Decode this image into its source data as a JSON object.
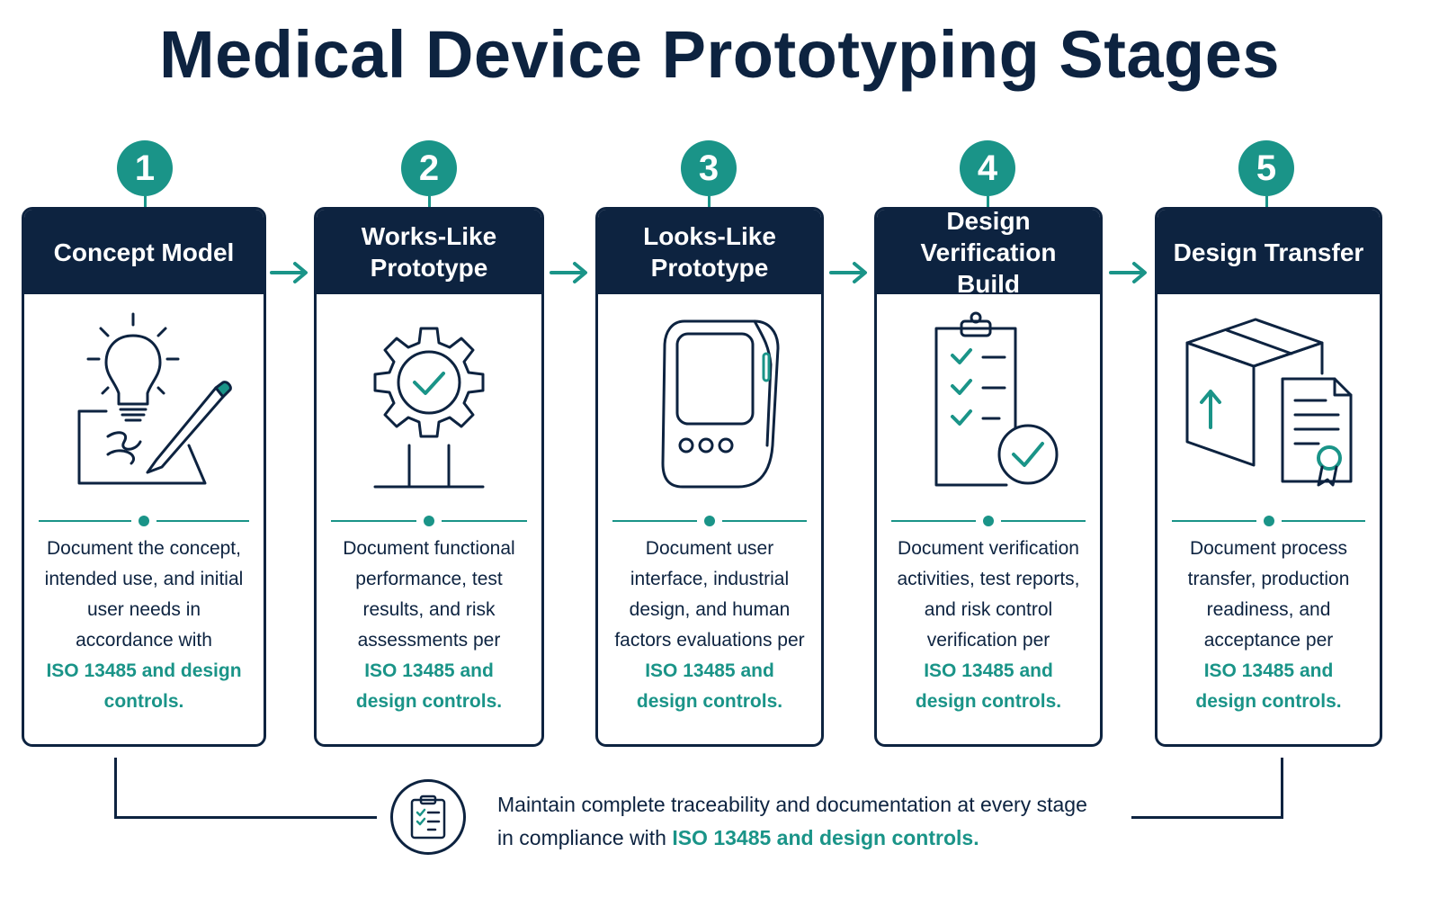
{
  "title": "Medical Device Prototyping Stages",
  "colors": {
    "navy": "#0d2340",
    "teal": "#1a9488"
  },
  "stages": [
    {
      "number": "1",
      "title": "Concept Model",
      "icon": "lightbulb-sketch-icon",
      "description": "Document the concept, intended use, and initial user needs in accordance with",
      "highlight": "ISO 13485 and design controls."
    },
    {
      "number": "2",
      "title": "Works-Like\nPrototype",
      "icon": "gear-check-icon",
      "description": "Document functional performance, test results, and risk assessments per",
      "highlight": "ISO 13485 and design controls."
    },
    {
      "number": "3",
      "title": "Looks-Like\nPrototype",
      "icon": "handheld-device-icon",
      "description": "Document user interface, industrial design, and human factors evaluations per",
      "highlight": "ISO 13485 and design controls."
    },
    {
      "number": "4",
      "title": "Design Verification\nBuild",
      "icon": "clipboard-checklist-icon",
      "description": "Document verification activities, test reports, and risk control verification per",
      "highlight": "ISO 13485 and design controls."
    },
    {
      "number": "5",
      "title": "Design Transfer",
      "icon": "package-certificate-icon",
      "description": "Document process transfer, production readiness, and acceptance per",
      "highlight": "ISO 13485 and design controls."
    }
  ],
  "footer": {
    "icon": "clipboard-checklist-icon",
    "text_line1": "Maintain complete traceability and documentation at every stage",
    "text_line2_prefix": "in compliance with ",
    "text_line2_highlight": "ISO 13485 and design controls."
  }
}
